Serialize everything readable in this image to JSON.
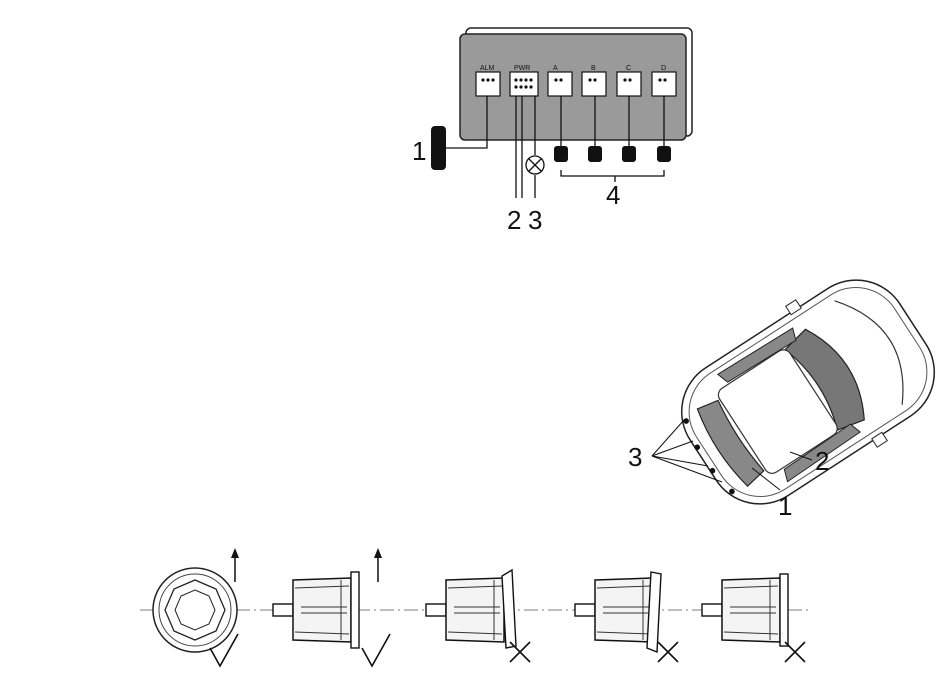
{
  "control_unit": {
    "ports": [
      {
        "label": "ALM"
      },
      {
        "label": "PWR"
      },
      {
        "label": "A"
      },
      {
        "label": "B"
      },
      {
        "label": "C"
      },
      {
        "label": "D"
      }
    ],
    "callouts": {
      "buzzer": "1",
      "power": "2",
      "reverse_lamp": "3",
      "sensors": "4"
    }
  },
  "car_view": {
    "callouts": {
      "bumper": "1",
      "cable": "2",
      "sensors": "3"
    }
  },
  "sensor_mounting": {
    "figures": [
      {
        "kind": "front-view",
        "ok": true
      },
      {
        "kind": "side-flush",
        "ok": true
      },
      {
        "kind": "tilted-out",
        "ok": false
      },
      {
        "kind": "tilted-in",
        "ok": false
      },
      {
        "kind": "recessed",
        "ok": false
      }
    ]
  }
}
